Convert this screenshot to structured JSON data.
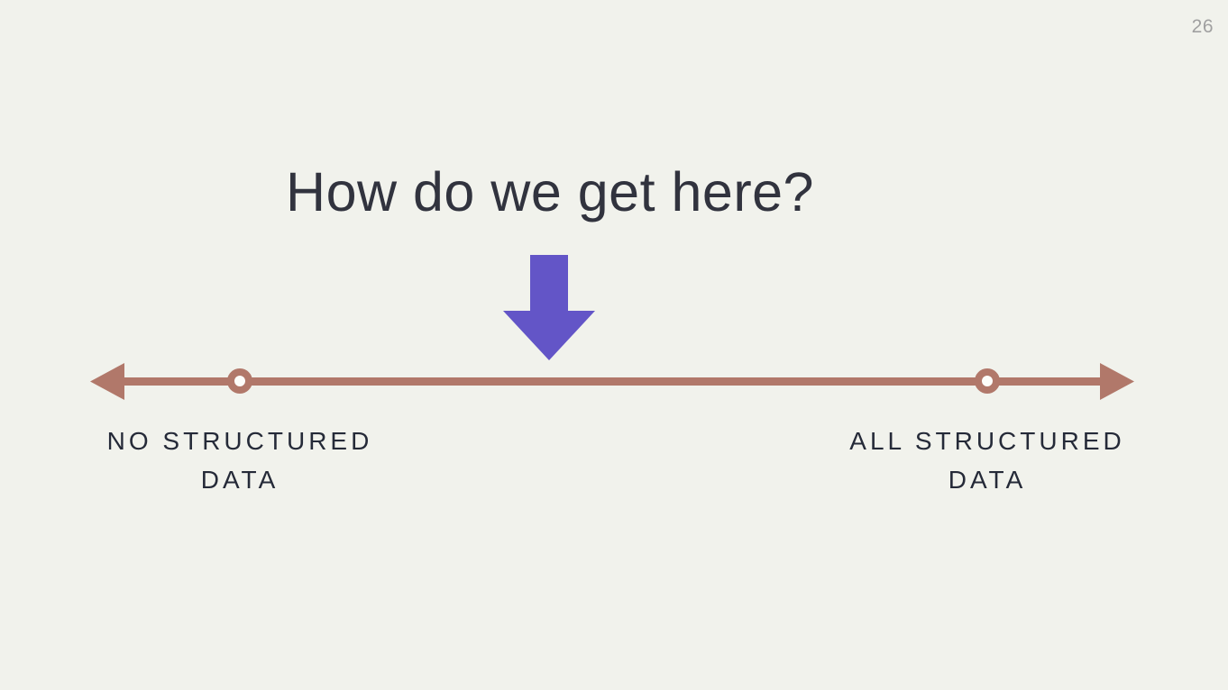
{
  "slide": {
    "page_number": "26",
    "title": "How do we get here?",
    "down_arrow_icon": "down-arrow",
    "spectrum": {
      "left_label": "NO STRUCTURED\nDATA",
      "right_label": "ALL STRUCTURED\nDATA"
    },
    "colors": {
      "background": "#f1f2ec",
      "title_text": "#31333e",
      "label_text": "#252a38",
      "line": "#b1786a",
      "arrow": "#6355c7",
      "page_number": "#a0a0a0",
      "marker_hole": "#fdfdfa"
    }
  }
}
